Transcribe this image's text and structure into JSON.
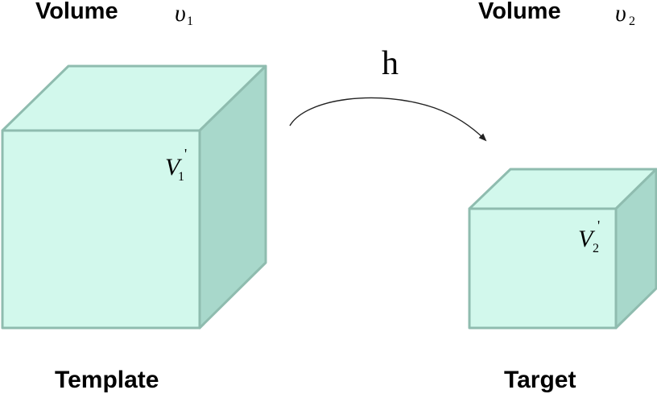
{
  "template": {
    "volume_label": "Volume",
    "volume_symbol": "υ",
    "volume_subscript": "1",
    "region_symbol": "V",
    "region_prime": "'",
    "region_subscript": "1",
    "caption": "Template"
  },
  "target": {
    "volume_label": "Volume",
    "volume_symbol": "υ",
    "volume_subscript": "2",
    "region_symbol": "V",
    "region_prime": "'",
    "region_subscript": "2",
    "caption": "Target"
  },
  "transform": {
    "label": "h"
  },
  "colors": {
    "cube_face": "#d2f8ec",
    "cube_side": "#a8d8cb",
    "cube_edge": "#8fbcaf"
  }
}
